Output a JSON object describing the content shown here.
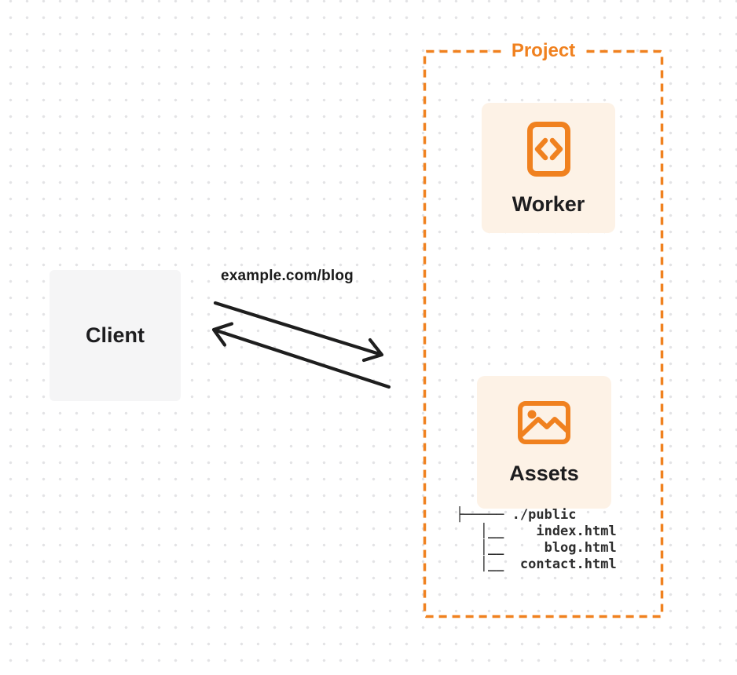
{
  "diagram": {
    "client": {
      "label": "Client"
    },
    "request_label": "example.com/blog",
    "project": {
      "label": "Project",
      "worker": {
        "label": "Worker",
        "icon": "code-brackets-icon"
      },
      "assets": {
        "label": "Assets",
        "icon": "image-icon"
      },
      "file_tree": {
        "root": "./public",
        "files": [
          "index.html",
          "blog.html",
          "contact.html"
        ],
        "lines": [
          "├───── ./public",
          "   │__    index.html",
          "   │__     blog.html",
          "   │__  contact.html"
        ]
      }
    },
    "colors": {
      "accent_orange": "#F0811F",
      "card_cream": "#FDF2E6",
      "client_gray": "#F5F5F6",
      "arrow_dark": "#1E1E1E"
    }
  }
}
